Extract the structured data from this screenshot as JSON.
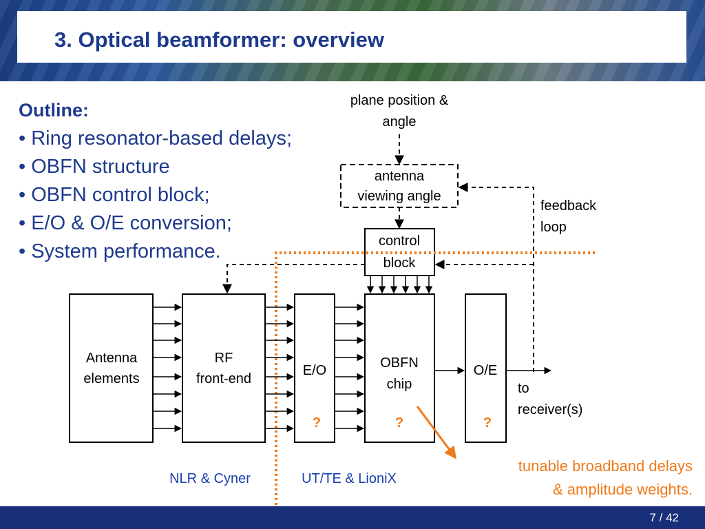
{
  "slide": {
    "title": "3. Optical beamformer: overview",
    "outline": {
      "heading": "Outline:",
      "items": [
        "• Ring resonator-based delays;",
        "• OBFN structure",
        "• OBFN control block;",
        "• E/O & O/E conversion;",
        "• System performance."
      ]
    },
    "page": {
      "current": "7",
      "separator": "/",
      "total": "42",
      "label": "7 / 42"
    }
  },
  "diagram": {
    "plane_position_line1": "plane position &",
    "plane_position_line2": "angle",
    "antenna_viewing_line1": "antenna",
    "antenna_viewing_line2": "viewing angle",
    "control_line1": "control",
    "control_line2": "block",
    "feedback_line1": "feedback",
    "feedback_line2": "loop",
    "antenna_elements_line1": "Antenna",
    "antenna_elements_line2": "elements",
    "rf_line1": "RF",
    "rf_line2": "front-end",
    "eo": "E/O",
    "obfn_line1": "OBFN",
    "obfn_line2": "chip",
    "oe": "O/E",
    "receiver_line1": "to",
    "receiver_line2": "receiver(s)",
    "question_mark": "?",
    "partner_left": "NLR & Cyner",
    "partner_right": "UT/TE & LioniX",
    "note_line1": "tunable broadband delays",
    "note_line2": "& amplitude weights."
  },
  "colors": {
    "title_blue": "#1e3a8c",
    "partner_blue": "#1a3fb0",
    "accent_orange": "#f07a1a",
    "footer_blue": "#1a2f7a"
  }
}
